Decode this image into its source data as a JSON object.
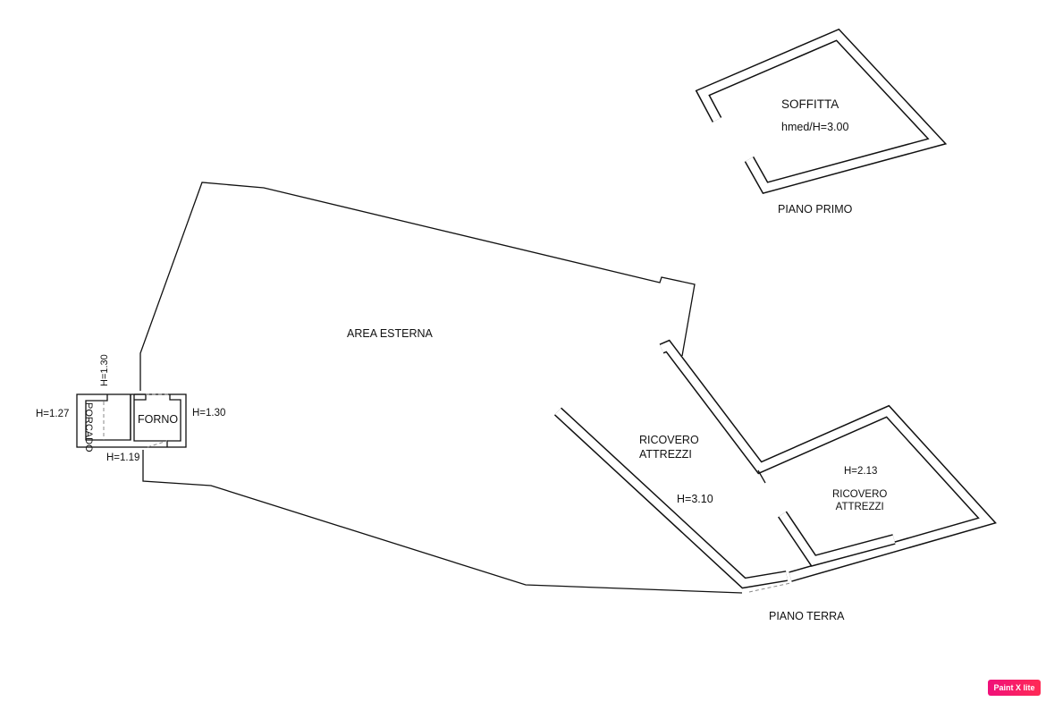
{
  "labels": {
    "soffitta": "SOFFITTA",
    "soffitta_height": "hmed/H=3.00",
    "piano_primo": "PIANO PRIMO",
    "area_esterna": "AREA ESTERNA",
    "ricovero_1": "RICOVERO\nATTREZZI",
    "ricovero_1_height": "H=3.10",
    "ricovero_2_height": "H=2.13",
    "ricovero_2": "RICOVERO\nATTREZZI",
    "piano_terra": "PIANO TERRA",
    "forno": "FORNO",
    "porcado": "PORCADO",
    "h_porcado": "H=1.30",
    "h_left": "H=1.27",
    "h_forno": "H=1.30",
    "h_bottom": "H=1.19"
  },
  "watermark": "Paint X lite"
}
